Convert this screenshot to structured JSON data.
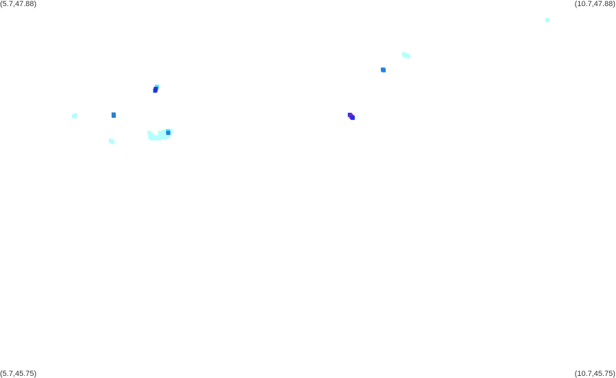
{
  "corner_labels": {
    "top_left": "(5.7,47.88)",
    "top_right": "(10.7,47.88)",
    "bottom_left": "(5.7,45.75)",
    "bottom_right": "(10.7,45.75)"
  },
  "bounds": {
    "lon_min": 5.7,
    "lon_max": 10.7,
    "lat_min": 45.75,
    "lat_max": 47.88
  },
  "colors": {
    "pale_cyan": "#b3ffff",
    "cyan": "#55ddff",
    "steel_blue": "#2a7fd6",
    "blue": "#2233dd",
    "purple": "#7a1fcf"
  },
  "points": [
    {
      "lon": 10.143,
      "lat": 47.767,
      "c": "pale_cyan"
    },
    {
      "lon": 8.98,
      "lat": 47.574,
      "c": "pale_cyan"
    },
    {
      "lon": 8.991,
      "lat": 47.568,
      "c": "pale_cyan"
    },
    {
      "lon": 9.002,
      "lat": 47.566,
      "c": "pale_cyan"
    },
    {
      "lon": 9.013,
      "lat": 47.562,
      "c": "pale_cyan"
    },
    {
      "lon": 8.808,
      "lat": 47.488,
      "c": "steel_blue"
    },
    {
      "lon": 8.814,
      "lat": 47.484,
      "c": "steel_blue"
    },
    {
      "lon": 6.973,
      "lat": 47.391,
      "c": "cyan"
    },
    {
      "lon": 6.965,
      "lat": 47.379,
      "c": "blue"
    },
    {
      "lon": 6.96,
      "lat": 47.369,
      "c": "blue"
    },
    {
      "lon": 6.31,
      "lat": 47.23,
      "c": "pale_cyan"
    },
    {
      "lon": 6.3,
      "lat": 47.224,
      "c": "pale_cyan"
    },
    {
      "lon": 6.622,
      "lat": 47.235,
      "c": "steel_blue"
    },
    {
      "lon": 6.623,
      "lat": 47.228,
      "c": "steel_blue"
    },
    {
      "lon": 8.54,
      "lat": 47.233,
      "c": "blue"
    },
    {
      "lon": 8.55,
      "lat": 47.226,
      "c": "purple"
    },
    {
      "lon": 8.557,
      "lat": 47.22,
      "c": "purple"
    },
    {
      "lon": 8.563,
      "lat": 47.216,
      "c": "blue"
    },
    {
      "lon": 6.913,
      "lat": 47.131,
      "c": "pale_cyan"
    },
    {
      "lon": 6.93,
      "lat": 47.119,
      "c": "pale_cyan"
    },
    {
      "lon": 6.946,
      "lat": 47.108,
      "c": "pale_cyan"
    },
    {
      "lon": 6.958,
      "lat": 47.1,
      "c": "pale_cyan"
    },
    {
      "lon": 6.972,
      "lat": 47.106,
      "c": "pale_cyan"
    },
    {
      "lon": 6.99,
      "lat": 47.1,
      "c": "pale_cyan"
    },
    {
      "lon": 6.998,
      "lat": 47.116,
      "c": "pale_cyan"
    },
    {
      "lon": 7.012,
      "lat": 47.108,
      "c": "pale_cyan"
    },
    {
      "lon": 7.025,
      "lat": 47.113,
      "c": "pale_cyan"
    },
    {
      "lon": 7.04,
      "lat": 47.106,
      "c": "pale_cyan"
    },
    {
      "lon": 7.054,
      "lat": 47.119,
      "c": "pale_cyan"
    },
    {
      "lon": 7.067,
      "lat": 47.113,
      "c": "pale_cyan"
    },
    {
      "lon": 7.0,
      "lat": 47.131,
      "c": "pale_cyan"
    },
    {
      "lon": 7.03,
      "lat": 47.137,
      "c": "pale_cyan"
    },
    {
      "lon": 7.058,
      "lat": 47.142,
      "c": "pale_cyan"
    },
    {
      "lon": 7.074,
      "lat": 47.139,
      "c": "pale_cyan"
    },
    {
      "lon": 7.078,
      "lat": 47.126,
      "c": "pale_cyan"
    },
    {
      "lon": 7.086,
      "lat": 47.142,
      "c": "pale_cyan"
    },
    {
      "lon": 7.063,
      "lat": 47.141,
      "c": "cyan"
    },
    {
      "lon": 7.066,
      "lat": 47.131,
      "c": "steel_blue"
    },
    {
      "lon": 6.92,
      "lat": 47.107,
      "c": "pale_cyan"
    },
    {
      "lon": 6.934,
      "lat": 47.1,
      "c": "pale_cyan"
    },
    {
      "lon": 6.6,
      "lat": 47.087,
      "c": "pale_cyan"
    },
    {
      "lon": 6.612,
      "lat": 47.079,
      "c": "pale_cyan"
    }
  ]
}
